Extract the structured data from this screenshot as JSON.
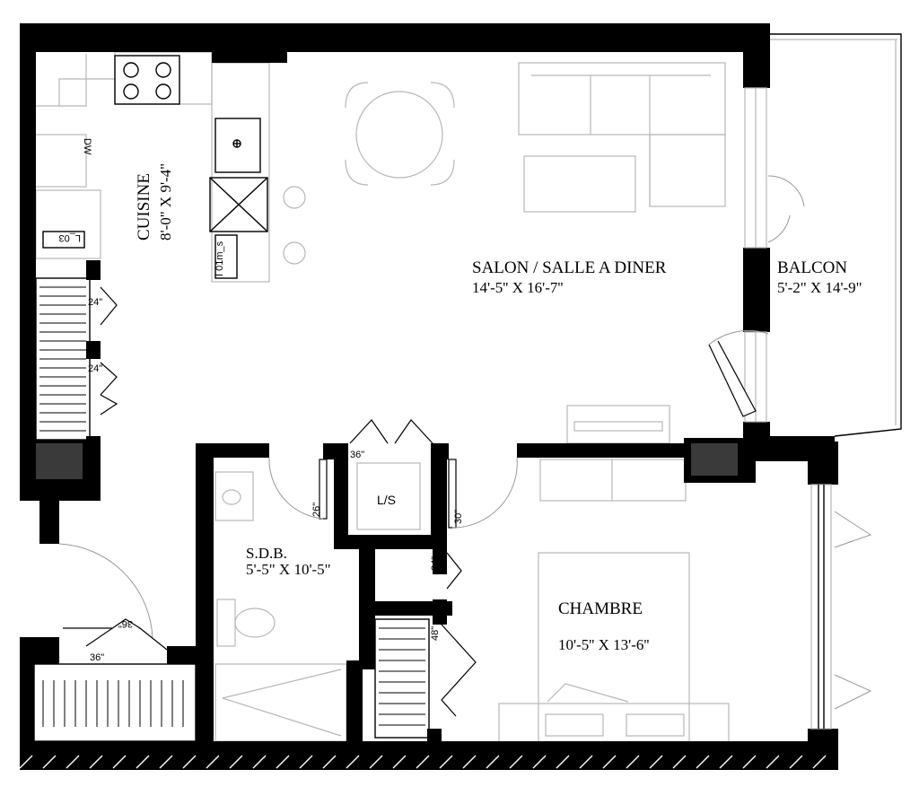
{
  "rooms": {
    "cuisine": {
      "name": "CUISINE",
      "dims": "8'-0\" X 9'-4\""
    },
    "salon": {
      "name": "SALON / SALLE A DINER",
      "dims": "14'-5'' X  16'-7''"
    },
    "balcon": {
      "name": "BALCON",
      "dims": "5'-2\" X  14'-9\""
    },
    "sdb": {
      "name": "S.D.B.",
      "dims": "5'-5\" X 10'-5\""
    },
    "chambre": {
      "name": "CHAMBRE",
      "dims": "10'-5'' X 13'-6''"
    }
  },
  "fixtures": {
    "ls": "L/S",
    "dw": "DW",
    "lo3": "L_03",
    "o1m": "I 01m_s"
  },
  "dimensions": {
    "closet_a": "24\"",
    "closet_b": "24\"",
    "ls_door": "36\"",
    "bath_door": "26\"",
    "ls_side": "30\"",
    "hall_closet": "24\"",
    "bed_closet": "48\"",
    "entry_door": "36\"",
    "entry_closet": "36\""
  }
}
